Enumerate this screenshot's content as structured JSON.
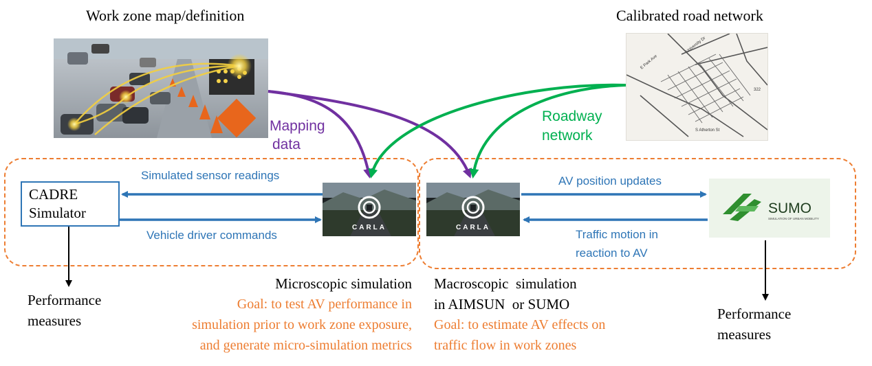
{
  "titles": {
    "work_zone": "Work zone map/definition",
    "road_network": "Calibrated road network"
  },
  "flows": {
    "mapping": {
      "line1": "Mapping",
      "line2": "data"
    },
    "roadway": {
      "line1": "Roadway",
      "line2": "network"
    }
  },
  "micro": {
    "cadre": {
      "line1": "CADRE",
      "line2": "Simulator"
    },
    "sensor_label": "Simulated sensor readings",
    "commands_label": "Vehicle driver commands",
    "carla_logo": "CARLA",
    "heading": "Microscopic simulation",
    "goal_lines": [
      "Goal: to test AV performance in",
      "simulation prior to work zone exposure,",
      "and generate micro-simulation metrics"
    ],
    "performance": {
      "line1": "Performance",
      "line2": "measures"
    }
  },
  "macro": {
    "carla_logo": "CARLA",
    "position_label": "AV position updates",
    "traffic_label": {
      "line1": "Traffic motion in",
      "line2": "reaction to AV"
    },
    "sumo_logo": "SUMO",
    "sumo_tagline": "SIMULATION OF URBAN MOBILITY",
    "heading": {
      "line1": "Macroscopic  simulation",
      "line2": "in AIMSUN  or SUMO"
    },
    "goal_lines": [
      "Goal: to estimate AV effects on",
      "traffic flow in work zones"
    ],
    "performance": {
      "line1": "Performance",
      "line2": "measures"
    }
  },
  "map_labels": {
    "street1": "E Park Ave",
    "street2": "University Dr",
    "street3": "S Atherton St",
    "route": "322"
  },
  "colors": {
    "orange": "#ED7D31",
    "blue": "#2E75B6",
    "purple": "#7030A0",
    "green": "#00B050"
  }
}
